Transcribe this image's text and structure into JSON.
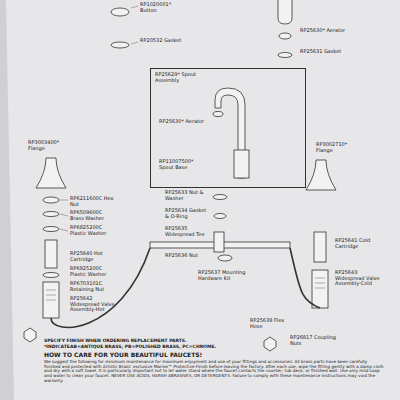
{
  "diagram": {
    "nodes": [
      {
        "text": [
          "RP25629* Spout Assembly",
          "RP25630* Aerator",
          "RP11007500* Spout Base"
        ]
      }
    ],
    "labels": [
      "RP1020001* Button",
      "RP20532 Gasket",
      "RP25630* Aerator",
      "RP25631 Gasket",
      "RP3003400* Flange",
      "RP3002710* Flange",
      "RP6211600C Hex Nut",
      "RP6509600C Brass Washer",
      "RP6825200C Plastic Washer",
      "RP25640 Hot Cartridge",
      "RP6825200C Plastic Washer",
      "RP6703101C Retaining Nut",
      "RP25642 Widespread Valve Assembly-Hot",
      "RP25633 Nut & Washer",
      "RP25634 Gasket & O-Ring",
      "RP25635 Widespread Tee",
      "RP25636 Nut",
      "RP25637 Mounting Hardware Kit",
      "RP25641 Cold Cartridge",
      "RP25643 Widespread Valve Assembly-Cold",
      "RP25638 Flex Hose",
      "RP26817 Coupling Nuts",
      "SPECIFY FINISH WHEN ORDERING REPLACEMENT PARTS.",
      "*INDICATE",
      "AB=ANTIQUE BRASS, PB=POLISHED BRASS, PC=CHROME.",
      "HOW TO CARE FOR YOUR BEAUTIFUL FAUCETS!",
      "We suggest the following for minimum maintenance for maximum enjoyment and use of your fittings and accessories: All brass parts have been carefully finished and protected with Artistic Brass' exclusive Marine™ Protective Finish before leaving the factory. After each use, wipe the fitting gently with a damp cloth and dry with a soft towel. It is particularly important not to let water stand where the faucet contacts the counter, tub deck, or finished wall. Use only mild soap and water to clean your faucet. NEVER USE ACIDS, HARSH ABRASIVES, OR DETERGENTS. Failure to comply with these maintenance instructions may void the warranty."
    ]
  }
}
